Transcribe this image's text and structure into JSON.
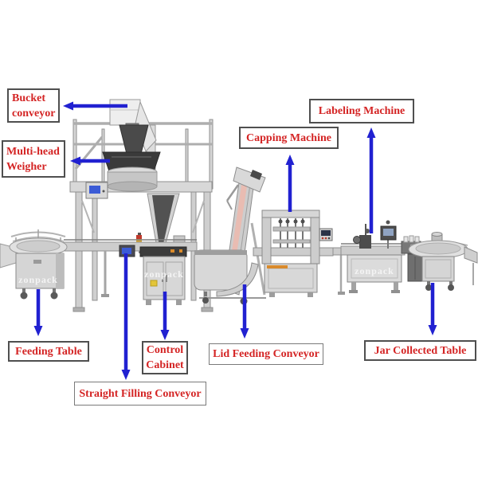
{
  "diagram": {
    "brand": "zonpack",
    "colors": {
      "label_text": "#d42424",
      "arrow_blue": "#2121d1",
      "box_border": "#4f4f4f",
      "machine_steel": "#d6d6d6",
      "machine_dark": "#3f3f3f"
    },
    "labels": {
      "bucket_conveyor": "Bucket conveyor",
      "multi_head_weigher": "Multi-head Weigher",
      "capping_machine": "Capping Machine",
      "labeling_machine": "Labeling Machine",
      "feeding_table": "Feeding Table",
      "control_cabinet": "Control Cabinet",
      "straight_filling_conveyor": "Straight Filling Conveyor",
      "lid_feeding_conveyor": "Lid Feeding Conveyor",
      "jar_collected_table": "Jar Collected Table"
    }
  }
}
